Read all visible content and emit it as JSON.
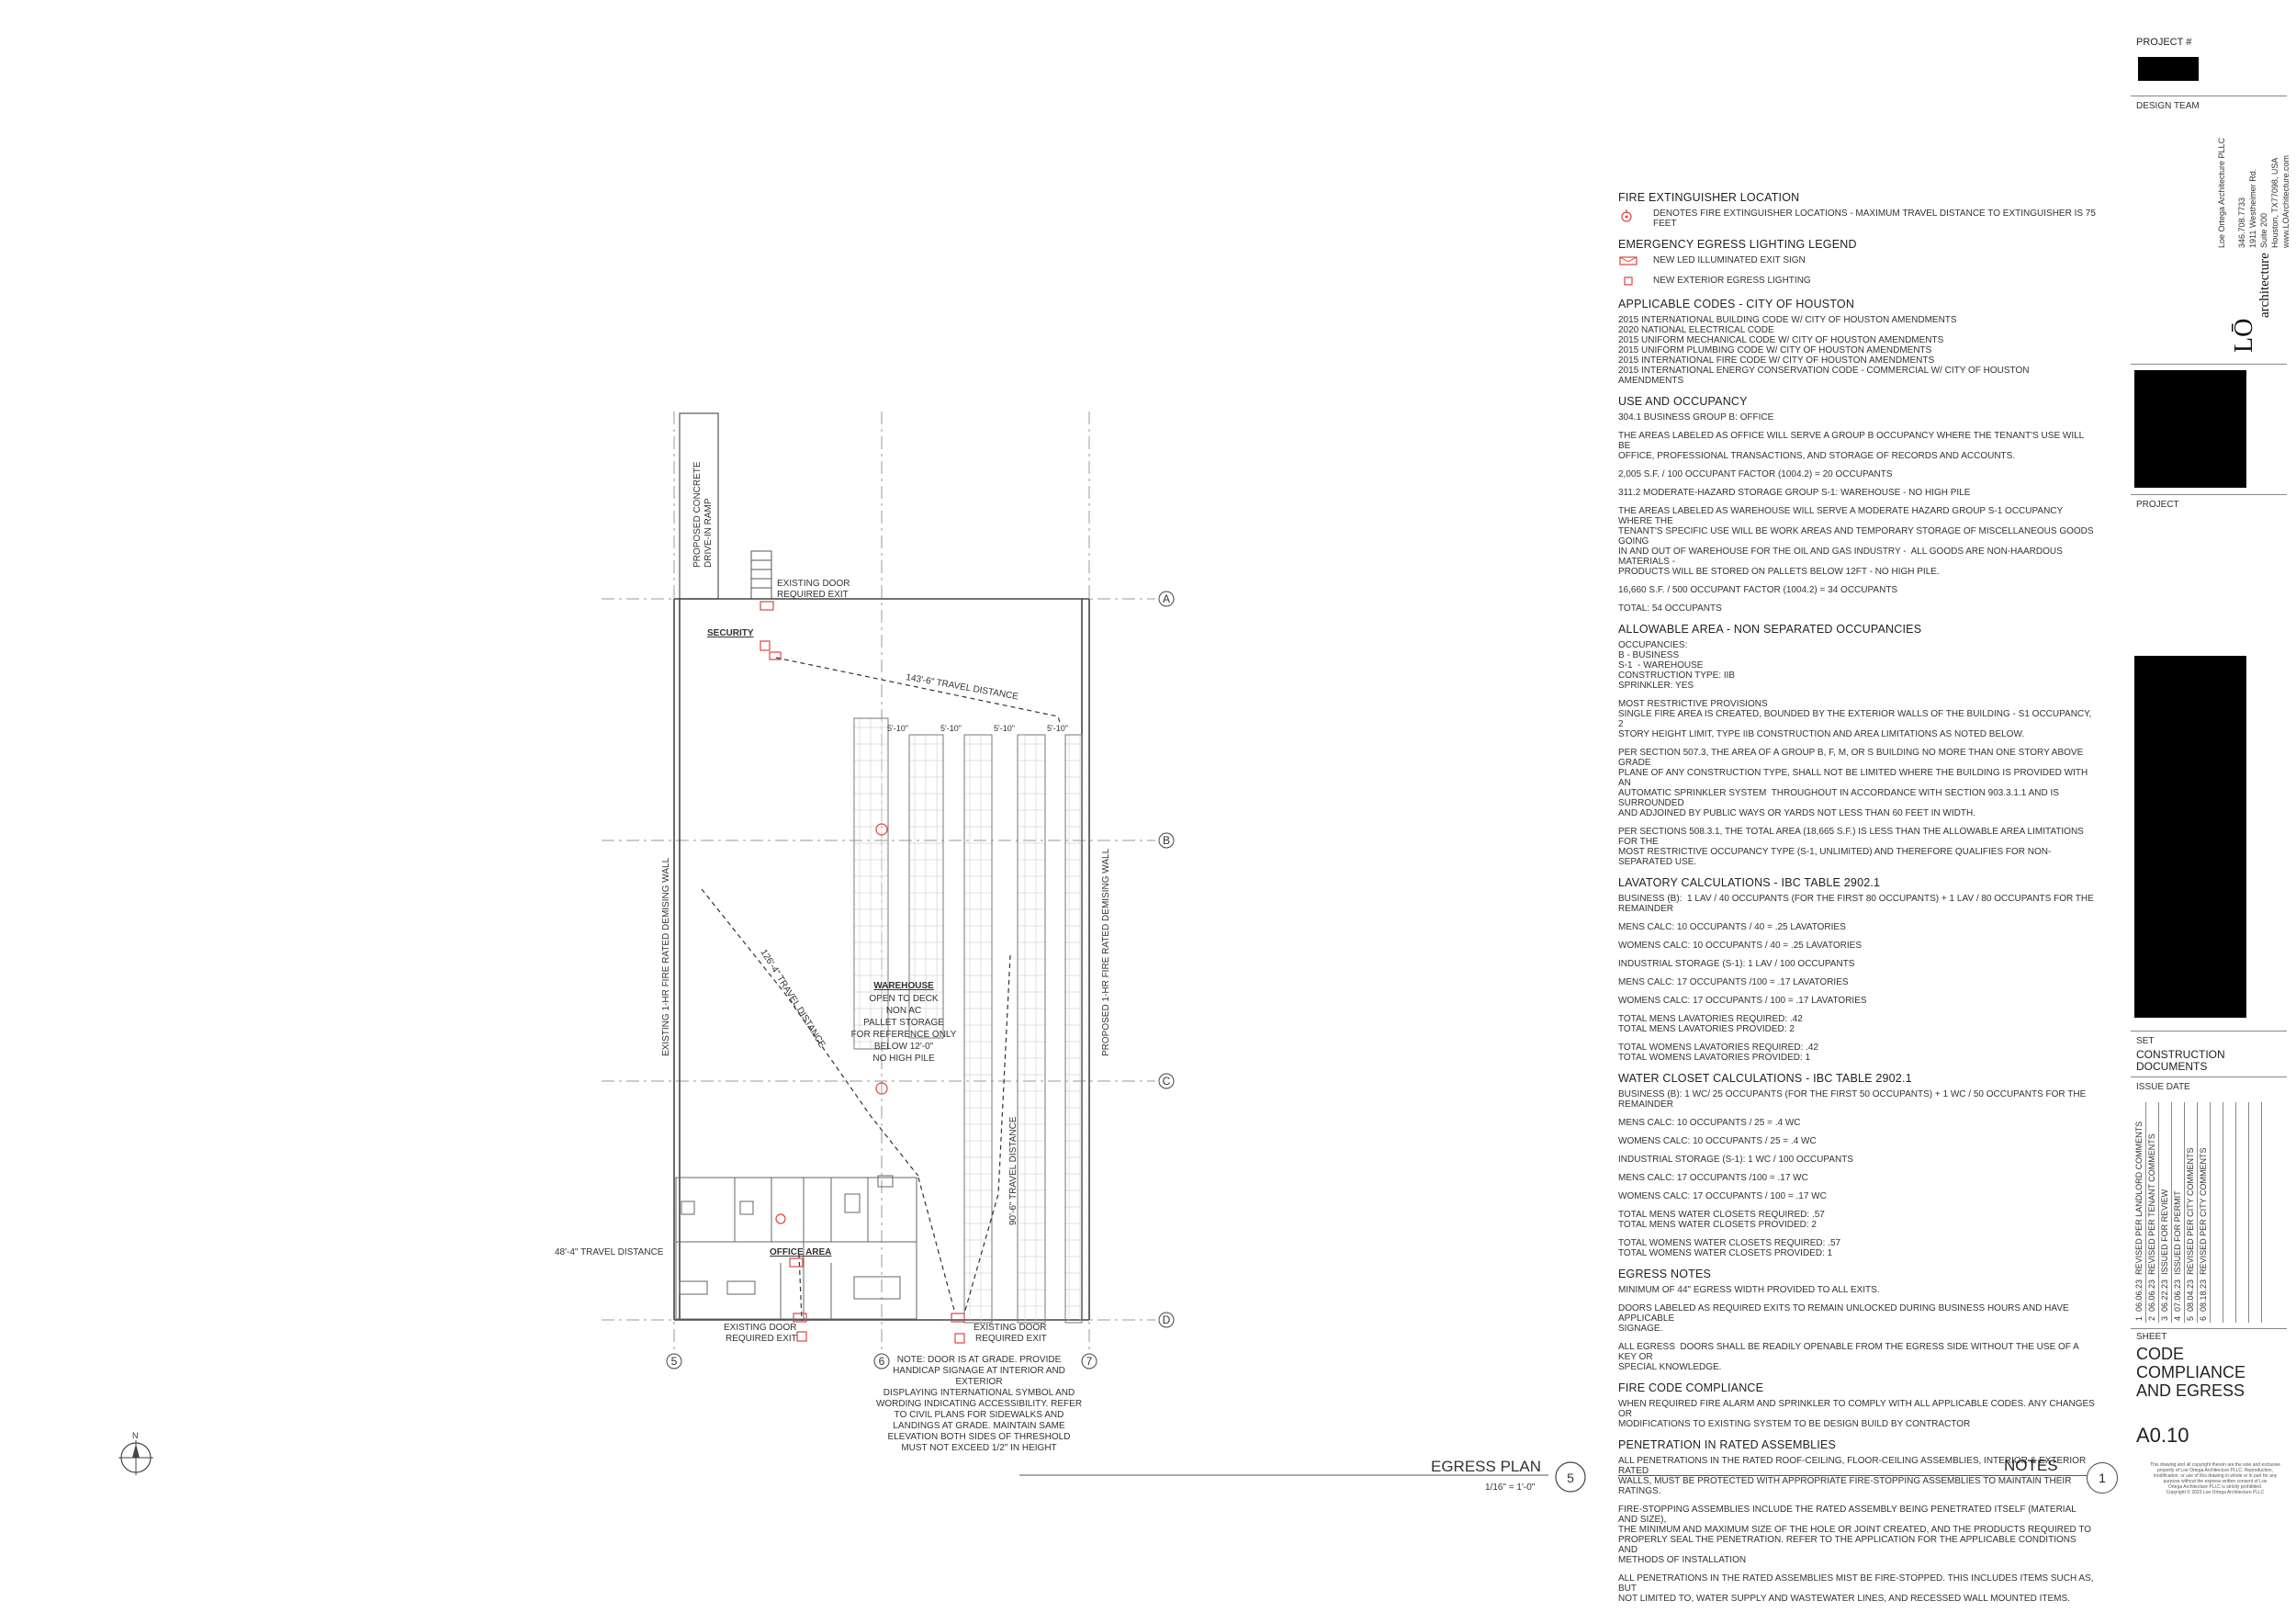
{
  "plan": {
    "title": "EGRESS PLAN",
    "scale": "1/16\" = 1'-0\"",
    "number": "5",
    "grid_rows": [
      "A",
      "B",
      "C",
      "D"
    ],
    "grid_cols": [
      "5",
      "6",
      "7"
    ],
    "labels": {
      "ramp_1": "PROPOSED CONCRETE",
      "ramp_2": "DRIVE-IN RAMP",
      "existing_door_1": "EXISTING DOOR",
      "required_exit_1": "REQUIRED EXIT",
      "security": "SECURITY",
      "travel_143": "143'-6\" TRAVEL DISTANCE",
      "rack_1": "5'-10\"",
      "rack_2": "5'-10\"",
      "rack_3": "5'-10\"",
      "rack_4": "5'-10\"",
      "left_wall": "EXISTING 1-HR FIRE RATED DEMISING WALL",
      "right_wall": "PROPOSED 1-HR FIRE RATED DEMISING WALL",
      "travel_126": "126'-4\" TRAVEL DISTANCE",
      "travel_90": "90'-6\" TRAVEL DISTANCE",
      "warehouse": "WAREHOUSE",
      "wh_1": "OPEN TO DECK",
      "wh_2": "NON AC",
      "wh_3": "PALLET STORAGE",
      "wh_4": "FOR REFERENCE ONLY",
      "wh_5": "BELOW 12'-0\"",
      "wh_6": "NO HIGH PILE",
      "travel_48": "48'-4\" TRAVEL DISTANCE",
      "office": "OFFICE AREA",
      "existing_door_2": "EXISTING DOOR",
      "required_exit_2": "REQUIRED EXIT",
      "existing_door_3": "EXISTING DOOR",
      "required_exit_3": "REQUIRED EXIT",
      "note": [
        "NOTE: DOOR IS AT GRADE. PROVIDE",
        "HANDICAP SIGNAGE AT INTERIOR AND",
        "EXTERIOR",
        "DISPLAYING INTERNATIONAL SYMBOL AND",
        "WORDING INDICATING ACCESSIBILITY. REFER",
        "TO CIVIL PLANS FOR SIDEWALKS AND",
        "LANDINGS AT GRADE. MAINTAIN SAME",
        "ELEVATION BOTH SIDES OF THRESHOLD",
        "MUST NOT EXCEED 1/2\" IN HEIGHT"
      ],
      "north": "N"
    }
  },
  "notes": {
    "title": "NOTES",
    "number": "1",
    "sections": [
      {
        "header": "FIRE EXTINGUISHER LOCATION",
        "legend": [
          {
            "symbol": "extinguisher",
            "text": "DENOTES FIRE EXTINGUISHER LOCATIONS - MAXIMUM TRAVEL DISTANCE TO EXTINGUISHER IS 75 FEET"
          }
        ]
      },
      {
        "header": "EMERGENCY EGRESS LIGHTING LEGEND",
        "legend": [
          {
            "symbol": "exit-sign",
            "text": "NEW LED ILLUMINATED EXIT SIGN"
          },
          {
            "symbol": "egress-light",
            "text": "NEW EXTERIOR EGRESS LIGHTING"
          }
        ]
      },
      {
        "header": "APPLICABLE CODES - CITY OF HOUSTON",
        "paras": [
          [
            "2015 INTERNATIONAL BUILDING CODE W/ CITY OF HOUSTON AMENDMENTS",
            "2020 NATIONAL ELECTRICAL CODE",
            "2015 UNIFORM MECHANICAL CODE W/ CITY OF HOUSTON AMENDMENTS",
            "2015 UNIFORM PLUMBING CODE W/ CITY OF HOUSTON AMENDMENTS",
            "2015 INTERNATIONAL FIRE CODE W/ CITY OF HOUSTON AMENDMENTS",
            "2015 INTERNATIONAL ENERGY CONSERVATION CODE - COMMERCIAL W/ CITY OF HOUSTON AMENDMENTS"
          ]
        ]
      },
      {
        "header": "USE AND OCCUPANCY",
        "paras": [
          [
            "304.1 BUSINESS GROUP B: OFFICE"
          ],
          [
            "THE AREAS LABELED AS OFFICE WILL SERVE A GROUP B OCCUPANCY WHERE THE TENANT'S USE WILL BE",
            "OFFICE, PROFESSIONAL TRANSACTIONS, AND STORAGE OF RECORDS AND ACCOUNTS."
          ],
          [
            "2,005 S.F. / 100 OCCUPANT FACTOR (1004.2) = 20 OCCUPANTS"
          ],
          [
            "311.2 MODERATE-HAZARD STORAGE GROUP S-1: WAREHOUSE - NO HIGH PILE"
          ],
          [
            "THE AREAS LABELED AS WAREHOUSE WILL SERVE A MODERATE HAZARD GROUP S-1 OCCUPANCY WHERE THE",
            "TENANT'S SPECIFIC USE WILL BE WORK AREAS AND TEMPORARY STORAGE OF MISCELLANEOUS GOODS GOING",
            "IN AND OUT OF WAREHOUSE FOR THE OIL AND GAS INDUSTRY -  ALL GOODS ARE NON-HAARDOUS MATERIALS -",
            "PRODUCTS WILL BE STORED ON PALLETS BELOW 12FT - NO HIGH PILE."
          ],
          [
            "16,660 S.F. / 500 OCCUPANT FACTOR (1004.2) = 34 OCCUPANTS"
          ],
          [
            "TOTAL: 54 OCCUPANTS"
          ]
        ]
      },
      {
        "header": "ALLOWABLE AREA - NON SEPARATED OCCUPANCIES",
        "paras": [
          [
            "OCCUPANCIES:",
            "B - BUSINESS",
            "S-1  - WAREHOUSE",
            "CONSTRUCTION TYPE: IIB",
            "SPRINKLER: YES"
          ],
          [
            "MOST RESTRICTIVE PROVISIONS",
            "SINGLE FIRE AREA IS CREATED, BOUNDED BY THE EXTERIOR WALLS OF THE BUILDING - S1 OCCUPANCY, 2",
            "STORY HEIGHT LIMIT, TYPE IIB CONSTRUCTION AND AREA LIMITATIONS AS NOTED BELOW."
          ],
          [
            "PER SECTION 507.3, THE AREA OF A GROUP B, F, M, OR S BUILDING NO MORE THAN ONE STORY ABOVE GRADE",
            "PLANE OF ANY CONSTRUCTION TYPE, SHALL NOT BE LIMITED WHERE THE BUILDING IS PROVIDED WITH AN",
            "AUTOMATIC SPRINKLER SYSTEM  THROUGHOUT IN ACCORDANCE WITH SECTION 903.3.1.1 AND IS SURROUNDED",
            "AND ADJOINED BY PUBLIC WAYS OR YARDS NOT LESS THAN 60 FEET IN WIDTH."
          ],
          [
            "PER SECTIONS 508.3.1, THE TOTAL AREA (18,665 S.F.) IS LESS THAN THE ALLOWABLE AREA LIMITATIONS FOR THE",
            "MOST RESTRICTIVE OCCUPANCY TYPE (S-1, UNLIMITED) AND THEREFORE QUALIFIES FOR NON-SEPARATED USE."
          ]
        ]
      },
      {
        "header": "LAVATORY CALCULATIONS - IBC TABLE 2902.1",
        "paras": [
          [
            "BUSINESS (B):  1 LAV / 40 OCCUPANTS (FOR THE FIRST 80 OCCUPANTS) + 1 LAV / 80 OCCUPANTS FOR THE",
            "REMAINDER"
          ],
          [
            "MENS CALC: 10 OCCUPANTS / 40 = .25 LAVATORIES"
          ],
          [
            "WOMENS CALC: 10 OCCUPANTS / 40 = .25 LAVATORIES"
          ],
          [
            "INDUSTRIAL STORAGE (S-1): 1 LAV / 100 OCCUPANTS"
          ],
          [
            "MENS CALC: 17 OCCUPANTS /100 = .17 LAVATORIES"
          ],
          [
            "WOMENS CALC: 17 OCCUPANTS / 100 = .17 LAVATORIES"
          ],
          [
            "TOTAL MENS LAVATORIES REQUIRED: .42",
            "TOTAL MENS LAVATORIES PROVIDED: 2"
          ],
          [
            "TOTAL WOMENS LAVATORIES REQUIRED: .42",
            "TOTAL WOMENS LAVATORIES PROVIDED: 1"
          ]
        ]
      },
      {
        "header": "WATER CLOSET CALCULATIONS - IBC TABLE 2902.1",
        "paras": [
          [
            "BUSINESS (B): 1 WC/ 25 OCCUPANTS (FOR THE FIRST 50 OCCUPANTS) + 1 WC / 50 OCCUPANTS FOR THE",
            "REMAINDER"
          ],
          [
            "MENS CALC: 10 OCCUPANTS / 25 = .4 WC"
          ],
          [
            "WOMENS CALC: 10 OCCUPANTS / 25 = .4 WC"
          ],
          [
            "INDUSTRIAL STORAGE (S-1): 1 WC / 100 OCCUPANTS"
          ],
          [
            "MENS CALC: 17 OCCUPANTS /100 = .17 WC"
          ],
          [
            "WOMENS CALC: 17 OCCUPANTS / 100 = .17 WC"
          ],
          [
            "TOTAL MENS WATER CLOSETS REQUIRED: .57",
            "TOTAL MENS WATER CLOSETS PROVIDED: 2"
          ],
          [
            "TOTAL WOMENS WATER CLOSETS REQUIRED: .57",
            "TOTAL WOMENS WATER CLOSETS PROVIDED: 1"
          ]
        ]
      },
      {
        "header": "EGRESS NOTES",
        "paras": [
          [
            "MINIMUM OF 44\" EGRESS WIDTH PROVIDED TO ALL EXITS."
          ],
          [
            "DOORS LABELED AS REQUIRED EXITS TO REMAIN UNLOCKED DURING BUSINESS HOURS AND HAVE APPLICABLE",
            "SIGNAGE."
          ],
          [
            "ALL EGRESS  DOORS SHALL BE READILY OPENABLE FROM THE EGRESS SIDE WITHOUT THE USE OF A KEY OR",
            "SPECIAL KNOWLEDGE."
          ]
        ]
      },
      {
        "header": "FIRE CODE COMPLIANCE",
        "paras": [
          [
            "WHEN REQUIRED FIRE ALARM AND SPRINKLER TO COMPLY WITH ALL APPLICABLE CODES. ANY CHANGES OR",
            "MODIFICATIONS TO EXISTING SYSTEM TO BE DESIGN BUILD BY CONTRACTOR"
          ]
        ]
      },
      {
        "header": "PENETRATION IN RATED ASSEMBLIES",
        "paras": [
          [
            "ALL PENETRATIONS IN THE RATED ROOF-CEILING, FLOOR-CEILING ASSEMBLIES, INTERIOR & EXTERIOR RATED",
            "WALLS, MUST BE PROTECTED WITH APPROPRIATE FIRE-STOPPING ASSEMBLIES TO MAINTAIN THEIR RATINGS."
          ],
          [
            "FIRE-STOPPING ASSEMBLIES INCLUDE THE RATED ASSEMBLY BEING PENETRATED ITSELF (MATERIAL AND SIZE),",
            "THE MINIMUM AND MAXIMUM SIZE OF THE HOLE OR JOINT CREATED, AND THE PRODUCTS REQUIRED TO",
            "PROPERLY SEAL THE PENETRATION. REFER TO THE APPLICATION FOR THE APPLICABLE CONDITIONS AND",
            "METHODS OF INSTALLATION"
          ],
          [
            "ALL PENETRATIONS IN THE RATED ASSEMBLIES MIST BE FIRE-STOPPED. THIS INCLUDES ITEMS SUCH AS, BUT",
            "NOT LIMITED TO, WATER SUPPLY AND WASTEWATER LINES, AND RECESSED WALL MOUNTED ITEMS."
          ]
        ]
      }
    ]
  },
  "title_block": {
    "project_no_label": "PROJECT #",
    "design_team_label": "DESIGN TEAM",
    "firm_name": "Loe Ortega Architecture PLLC",
    "firm_phone": "346.708.7733",
    "firm_address_1": "1911 Westheimer Rd.",
    "firm_address_2": "Suite 200",
    "firm_address_3": "Houston, TX77098, USA",
    "firm_web": "www.LOArchitecture.com",
    "logo_lo": "LŌ",
    "logo_arch": "architecture",
    "project_label": "PROJECT",
    "set_label": "SET",
    "set_value_1": "CONSTRUCTION",
    "set_value_2": "DOCUMENTS",
    "issue_date_label": "ISSUE DATE",
    "revisions": [
      {
        "no": "1",
        "date": "06.06.23",
        "desc": "REVISED PER LANDLORD COMMENTS"
      },
      {
        "no": "2",
        "date": "06.06.23",
        "desc": "REVISED PER TENANT COMMENTS"
      },
      {
        "no": "3",
        "date": "06.22.23",
        "desc": "ISSUED FOR REVIEW"
      },
      {
        "no": "4",
        "date": "07.06.23",
        "desc": "ISSUED FOR PERMIT"
      },
      {
        "no": "5",
        "date": "08.04.23",
        "desc": "REVISED PER CITY COMMENTS"
      },
      {
        "no": "6",
        "date": "08.18.23",
        "desc": "REVISED PER CITY COMMENTS"
      }
    ],
    "sheet_label": "SHEET",
    "sheet_title_1": "CODE",
    "sheet_title_2": "COMPLIANCE",
    "sheet_title_3": "AND EGRESS",
    "sheet_number": "A0.10",
    "copyright": [
      "This drawing and all copyright therein are the sole and exclusive",
      "property of Loe Ortega Architecture PLLC. Reproduction,",
      "modification, or use of this drawing in whole or in part for any",
      "purpose without the express written consent of Loe",
      "Ortega Architecture PLLC is strictly prohibited.",
      "Copyright © 2023 Loe Ortega Architecture PLLC"
    ]
  }
}
